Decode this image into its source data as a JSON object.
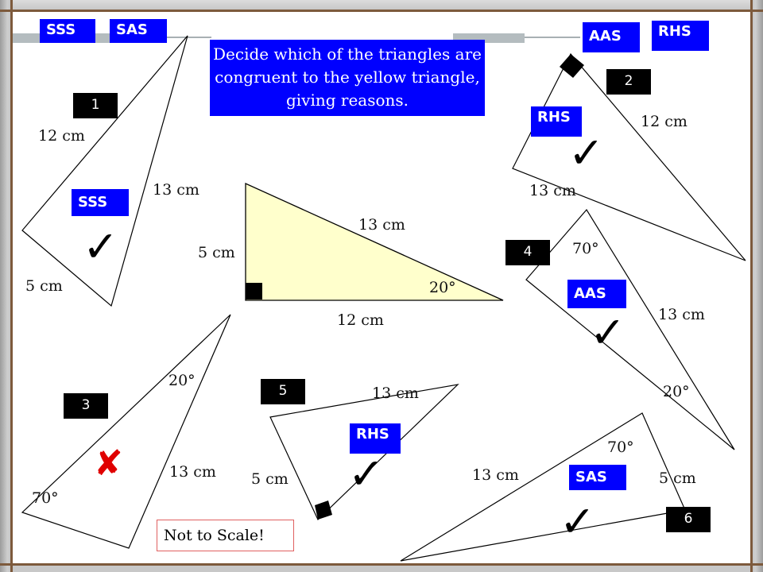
{
  "instruction": "Decide which of the triangles are congruent to the yellow triangle, giving reasons.",
  "note": "Not to Scale!",
  "colors": {
    "badge": "#0000ff",
    "yellow_triangle": "#ffffcc",
    "cross": "#e00000"
  },
  "answer_options": [
    "SSS",
    "SAS",
    "AAS",
    "RHS"
  ],
  "yellow_triangle": {
    "hypotenuse": "13 cm",
    "height": "5 cm",
    "base": "12 cm",
    "angle": "20°"
  },
  "triangles": [
    {
      "number": "1",
      "sides": [
        "12 cm",
        "13 cm",
        "5 cm"
      ],
      "reason": "SSS",
      "result": "tick-icon"
    },
    {
      "number": "2",
      "sides": [
        "12 cm",
        "13 cm"
      ],
      "reason": "RHS",
      "result": "tick-icon"
    },
    {
      "number": "3",
      "angles": [
        "20°",
        "70°"
      ],
      "sides": [
        "13 cm"
      ],
      "result": "cross-icon"
    },
    {
      "number": "4",
      "angles": [
        "70°",
        "20°"
      ],
      "sides": [
        "13 cm"
      ],
      "reason": "AAS",
      "result": "tick-icon"
    },
    {
      "number": "5",
      "sides": [
        "13 cm",
        "5 cm"
      ],
      "reason": "RHS",
      "result": "tick-icon"
    },
    {
      "number": "6",
      "angles": [
        "70°"
      ],
      "sides": [
        "13 cm",
        "5 cm"
      ],
      "reason": "SAS",
      "result": "tick-icon"
    }
  ],
  "symbols": {
    "tick": "✓",
    "cross": "✘"
  }
}
